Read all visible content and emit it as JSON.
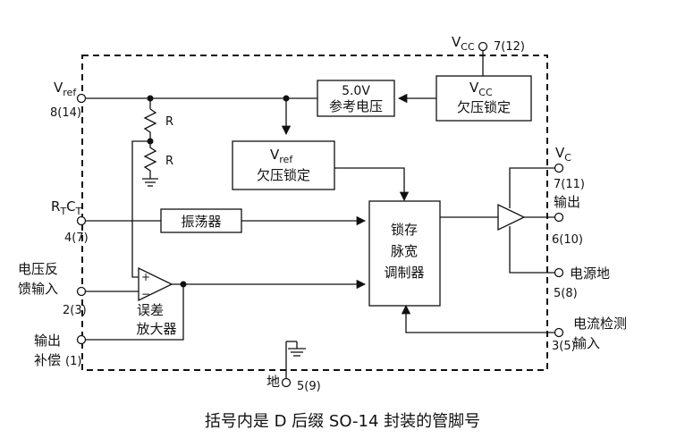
{
  "pins": {
    "vcc": {
      "name": "V",
      "sub": "CC",
      "num": "7(12)"
    },
    "vref": {
      "name": "V",
      "sub": "ref",
      "num": "8(14)"
    },
    "rtct": {
      "r": "R",
      "rsub": "T",
      "c": "C",
      "csub": "T",
      "num": "4(7)"
    },
    "fb": {
      "line1": "电压反",
      "line2": "馈输入",
      "num": "2(3)"
    },
    "comp": {
      "line1": "输出",
      "line2": "补偿",
      "num": "(1)"
    },
    "vc": {
      "name": "V",
      "sub": "C",
      "num": "7(11)"
    },
    "out": {
      "label": "输出",
      "num": "6(10)"
    },
    "pgnd": {
      "label": "电源地",
      "num": "5(8)"
    },
    "isense": {
      "line1": "电流检测",
      "line2": "输入",
      "num": "3(5)"
    },
    "gnd": {
      "label": "地",
      "num": "5(9)"
    }
  },
  "blocks": {
    "ref": {
      "line1": "5.0V",
      "line2": "参考电压"
    },
    "vcc_uvlo": {
      "name": "V",
      "sub": "CC",
      "line2": "欠压锁定"
    },
    "vref_uvlo": {
      "name": "V",
      "sub": "ref",
      "line2": "欠压锁定"
    },
    "osc": {
      "label": "振荡器"
    },
    "pwm": {
      "line1": "锁存",
      "line2": "脉宽",
      "line3": "调制器"
    },
    "erramp": {
      "line1": "误差",
      "line2": "放大器",
      "plus": "+",
      "minus": "−"
    }
  },
  "resistors": {
    "r1": "R",
    "r2": "R"
  },
  "caption": "括号内是 D 后缀 SO-14 封装的管脚号",
  "colors": {
    "line": "#111111",
    "background": "#ffffff"
  }
}
